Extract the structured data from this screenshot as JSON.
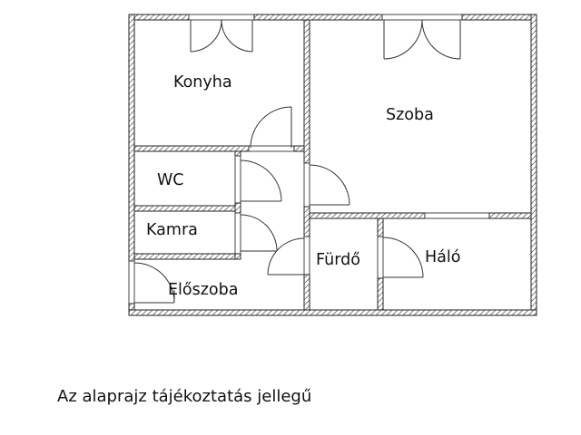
{
  "plan": {
    "rooms": {
      "kitchen": "Konyha",
      "living_room": "Szoba",
      "toilet": "WC",
      "pantry": "Kamra",
      "hallway": "Előszoba",
      "bathroom": "Fürdő",
      "bedroom": "Háló"
    }
  },
  "caption": "Az alaprajz tájékoztatás jellegű",
  "colors": {
    "background": "#ffffff",
    "wall_line": "#222222",
    "hatch": "#666666",
    "text": "#111111"
  }
}
